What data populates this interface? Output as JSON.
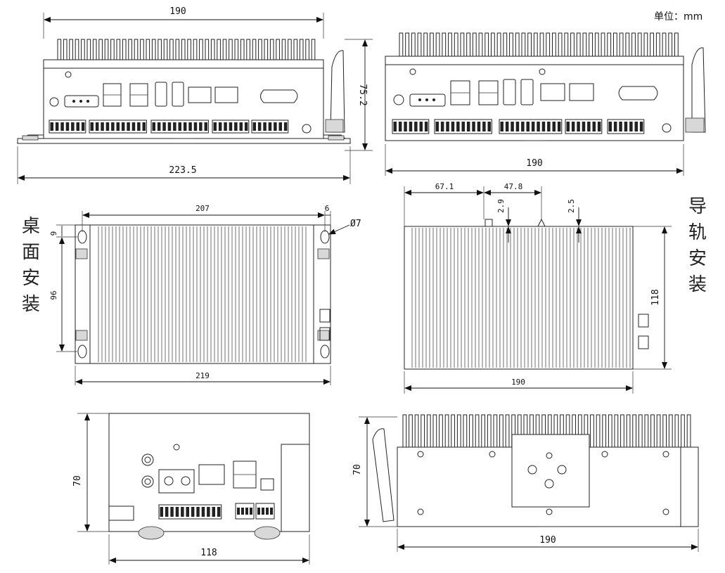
{
  "unit_label": "单位：mm",
  "mount_labels": {
    "desktop": [
      "桌",
      "面",
      "安",
      "装"
    ],
    "rail": [
      "导",
      "轨",
      "安",
      "装"
    ]
  },
  "front_view_desktop": {
    "width_top": "190",
    "height": "75.2",
    "width_bottom": "223.5"
  },
  "front_view_rail": {
    "width": "190"
  },
  "top_view_desktop": {
    "length_top": "207",
    "ear": "6",
    "hole_diameter": "Ø7",
    "ear_offset": "9",
    "hole_spacing": "96",
    "length_bottom": "219"
  },
  "top_view_rail": {
    "offset_a": "67.1",
    "rail_width": "47.8",
    "dim_2_9": "2.9",
    "dim_2_5": "2.5",
    "depth": "118",
    "length": "190"
  },
  "side_view_io": {
    "height": "70",
    "width": "118"
  },
  "rear_view_rail": {
    "height": "70",
    "width": "190"
  }
}
